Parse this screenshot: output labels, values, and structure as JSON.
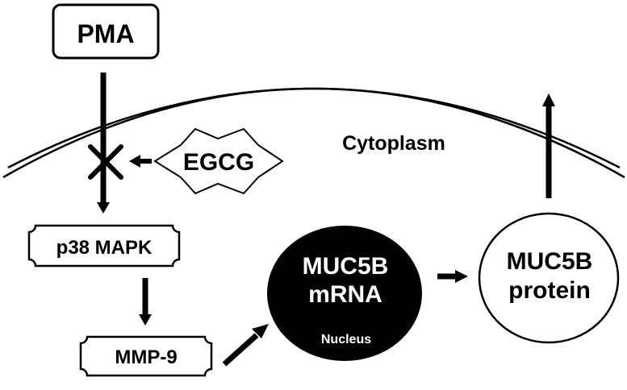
{
  "nodes": {
    "pma": "PMA",
    "egcg": "EGCG",
    "cytoplasm": "Cytoplasm",
    "p38": "p38 MAPK",
    "mmp9": "MMP-9",
    "muc5b_mrna_line1": "MUC5B",
    "muc5b_mrna_line2": "mRNA",
    "nucleus": "Nucleus",
    "muc5b_protein_line1": "MUC5B",
    "muc5b_protein_line2": "protein"
  },
  "colors": {
    "stroke": "#000000",
    "background": "#ffffff",
    "nucleus_fill": "#000000",
    "nucleus_text": "#ffffff"
  },
  "icons": {
    "inhibition": "x-mark-icon"
  }
}
